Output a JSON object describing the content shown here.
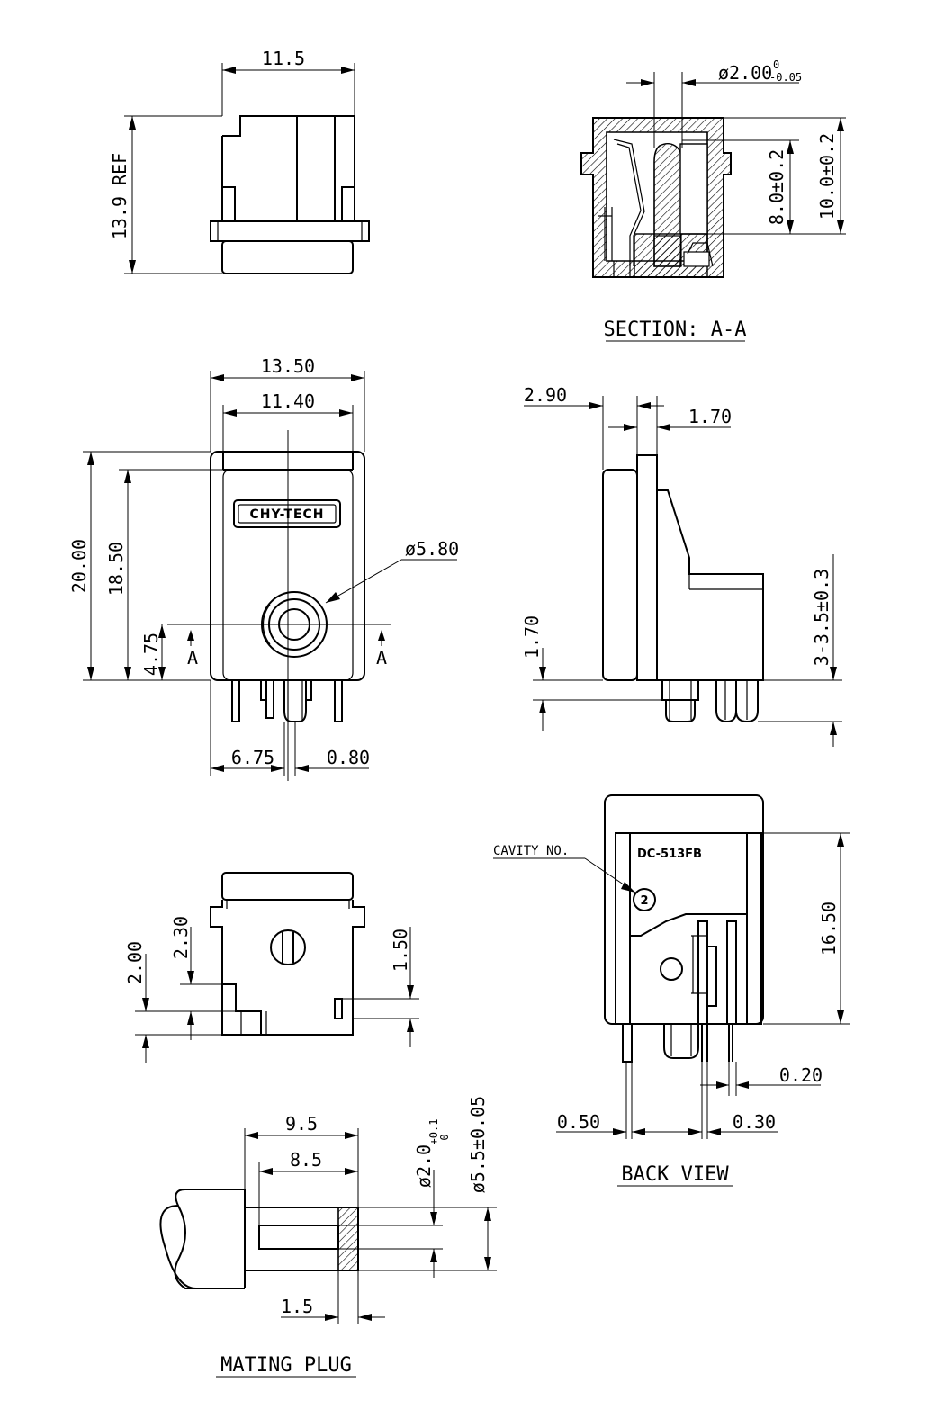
{
  "views": {
    "side_top": {
      "width_dim": "11.5",
      "height_dim": "13.9 REF"
    },
    "section": {
      "caption": "SECTION: A-A",
      "pin_dia": "ø2.00",
      "pin_tol_upper": "0",
      "pin_tol_lower": "-0.05",
      "inner_depth": "8.0±0.2",
      "outer_height": "10.0±0.2"
    },
    "front": {
      "outer_width": "13.50",
      "inner_width": "11.40",
      "height": "20.00",
      "inner_height": "18.50",
      "center_height": "4.75",
      "hole_dia": "ø5.80",
      "pin_offset": "6.75",
      "pin_width": "0.80",
      "brand": "CHY-TECH",
      "section_mark_left": "A",
      "section_mark_right": "A"
    },
    "side_right": {
      "offset": "2.90",
      "pin_thick": "1.70",
      "bottom_offset": "1.70",
      "pin_length": "3-3.5±0.3"
    },
    "bottom": {
      "dim_a": "2.30",
      "dim_b": "2.00",
      "dim_c": "1.50"
    },
    "back": {
      "caption": "BACK VIEW",
      "model": "DC-513FB",
      "cavity_label": "CAVITY NO.",
      "cavity_no": "2",
      "height": "16.50",
      "dim_a": "0.20",
      "dim_b": "0.50",
      "dim_c": "0.30"
    },
    "plug": {
      "caption": "MATING PLUG",
      "length": "9.5",
      "insert": "8.5",
      "inner_dia": "ø2.0",
      "inner_tol_upper": "+0.1",
      "inner_tol_lower": "0",
      "outer_dia": "ø5.5±0.05",
      "wall": "1.5"
    }
  }
}
